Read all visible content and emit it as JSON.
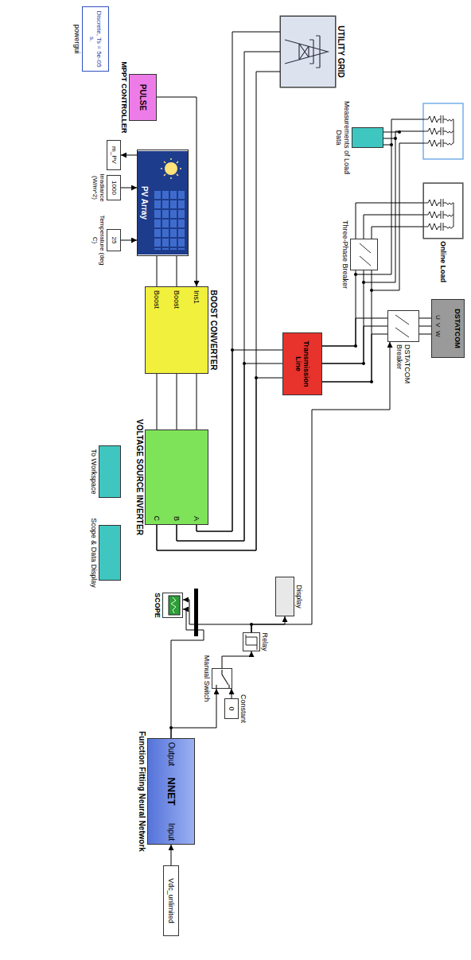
{
  "diagram": {
    "nodes": [
      {
        "text": [
          "Discrete, Ts = 5e-05 s.",
          "powergui"
        ]
      },
      {
        "text": [
          "PULSE",
          "MPPT CONTROLLER"
        ]
      },
      {
        "text": [
          "PV Array"
        ]
      },
      {
        "text": [
          "m_PV"
        ]
      },
      {
        "text": [
          "1000",
          "Irradiance (W/m^2)"
        ]
      },
      {
        "text": [
          "25",
          "Temperature (deg C)"
        ]
      },
      {
        "text": [
          "Ins1",
          "Boost",
          "Boost",
          "BOOST CONVERTER"
        ]
      },
      {
        "text": [
          "A",
          "B",
          "C",
          "VOLTAGE SOURCE INVERTER"
        ]
      },
      {
        "text": [
          "To Workspace"
        ]
      },
      {
        "text": [
          "Scope & Data Display"
        ]
      },
      {
        "text": [
          "UTILITY GRID"
        ]
      },
      {
        "text": [
          "Online Load"
        ]
      },
      {
        "text": [
          "Measurements of Load Data"
        ]
      },
      {
        "text": [
          "Three-Phase Breaker"
        ]
      },
      {
        "text": [
          "Transmission Line"
        ]
      },
      {
        "text": [
          "DSTATCOM Breaker"
        ]
      },
      {
        "text": [
          "DSTATCOM",
          "U",
          "V",
          "W"
        ]
      },
      {
        "text": [
          "Display"
        ]
      },
      {
        "text": [
          "Relay"
        ]
      },
      {
        "text": [
          "SCOPE"
        ]
      },
      {
        "text": [
          "0",
          "Constant"
        ]
      },
      {
        "text": [
          "Manual Switch"
        ]
      },
      {
        "text": [
          "Output",
          "NNET",
          "Input",
          "Function Fitting Neural Network"
        ]
      },
      {
        "text": [
          "Vdc_unlimited"
        ]
      }
    ],
    "edges": [
      {
        "from": 1,
        "to": 6,
        "arrow": "to"
      },
      {
        "from": 2,
        "to": 6,
        "arrow": "none"
      },
      {
        "from": 2,
        "to": 6,
        "arrow": "none"
      },
      {
        "from": 2,
        "to": 3,
        "arrow": "to"
      },
      {
        "from": 4,
        "to": 2,
        "arrow": "to"
      },
      {
        "from": 5,
        "to": 2,
        "arrow": "to"
      },
      {
        "from": 6,
        "to": 7,
        "arrow": "none"
      },
      {
        "from": 6,
        "to": 7,
        "arrow": "none"
      },
      {
        "from": 6,
        "to": 7,
        "arrow": "none"
      },
      {
        "from": 7,
        "to": 10,
        "arrow": "none"
      },
      {
        "from": 7,
        "to": 10,
        "arrow": "none"
      },
      {
        "from": 7,
        "to": 10,
        "arrow": "none"
      },
      {
        "from": 7,
        "to": 14,
        "arrow": "none"
      },
      {
        "from": 7,
        "to": 14,
        "arrow": "none"
      },
      {
        "from": 7,
        "to": 14,
        "arrow": "none"
      },
      {
        "from": 14,
        "to": 13,
        "arrow": "none"
      },
      {
        "from": 14,
        "to": 13,
        "arrow": "none"
      },
      {
        "from": 14,
        "to": 13,
        "arrow": "none"
      },
      {
        "from": 14,
        "to": 15,
        "arrow": "none"
      },
      {
        "from": 14,
        "to": 15,
        "arrow": "none"
      },
      {
        "from": 14,
        "to": 15,
        "arrow": "none"
      },
      {
        "from": 15,
        "to": 16,
        "arrow": "none"
      },
      {
        "from": 15,
        "to": 16,
        "arrow": "none"
      },
      {
        "from": 15,
        "to": 16,
        "arrow": "none"
      },
      {
        "from": 13,
        "to": 11,
        "arrow": "none"
      },
      {
        "from": 13,
        "to": 11,
        "arrow": "none"
      },
      {
        "from": 13,
        "to": 11,
        "arrow": "none"
      },
      {
        "from": 23,
        "to": 22,
        "arrow": "to"
      },
      {
        "from": 22,
        "to": 21,
        "arrow": "to"
      },
      {
        "from": 20,
        "to": 21,
        "arrow": "to"
      },
      {
        "from": 21,
        "to": 18,
        "arrow": "to"
      },
      {
        "from": 18,
        "to": 17,
        "arrow": "to"
      },
      {
        "from": 18,
        "to": 19,
        "arrow": "to"
      },
      {
        "from": 18,
        "to": 15,
        "arrow": "to"
      },
      {
        "from": 22,
        "to": 19,
        "arrow": "to"
      }
    ]
  }
}
